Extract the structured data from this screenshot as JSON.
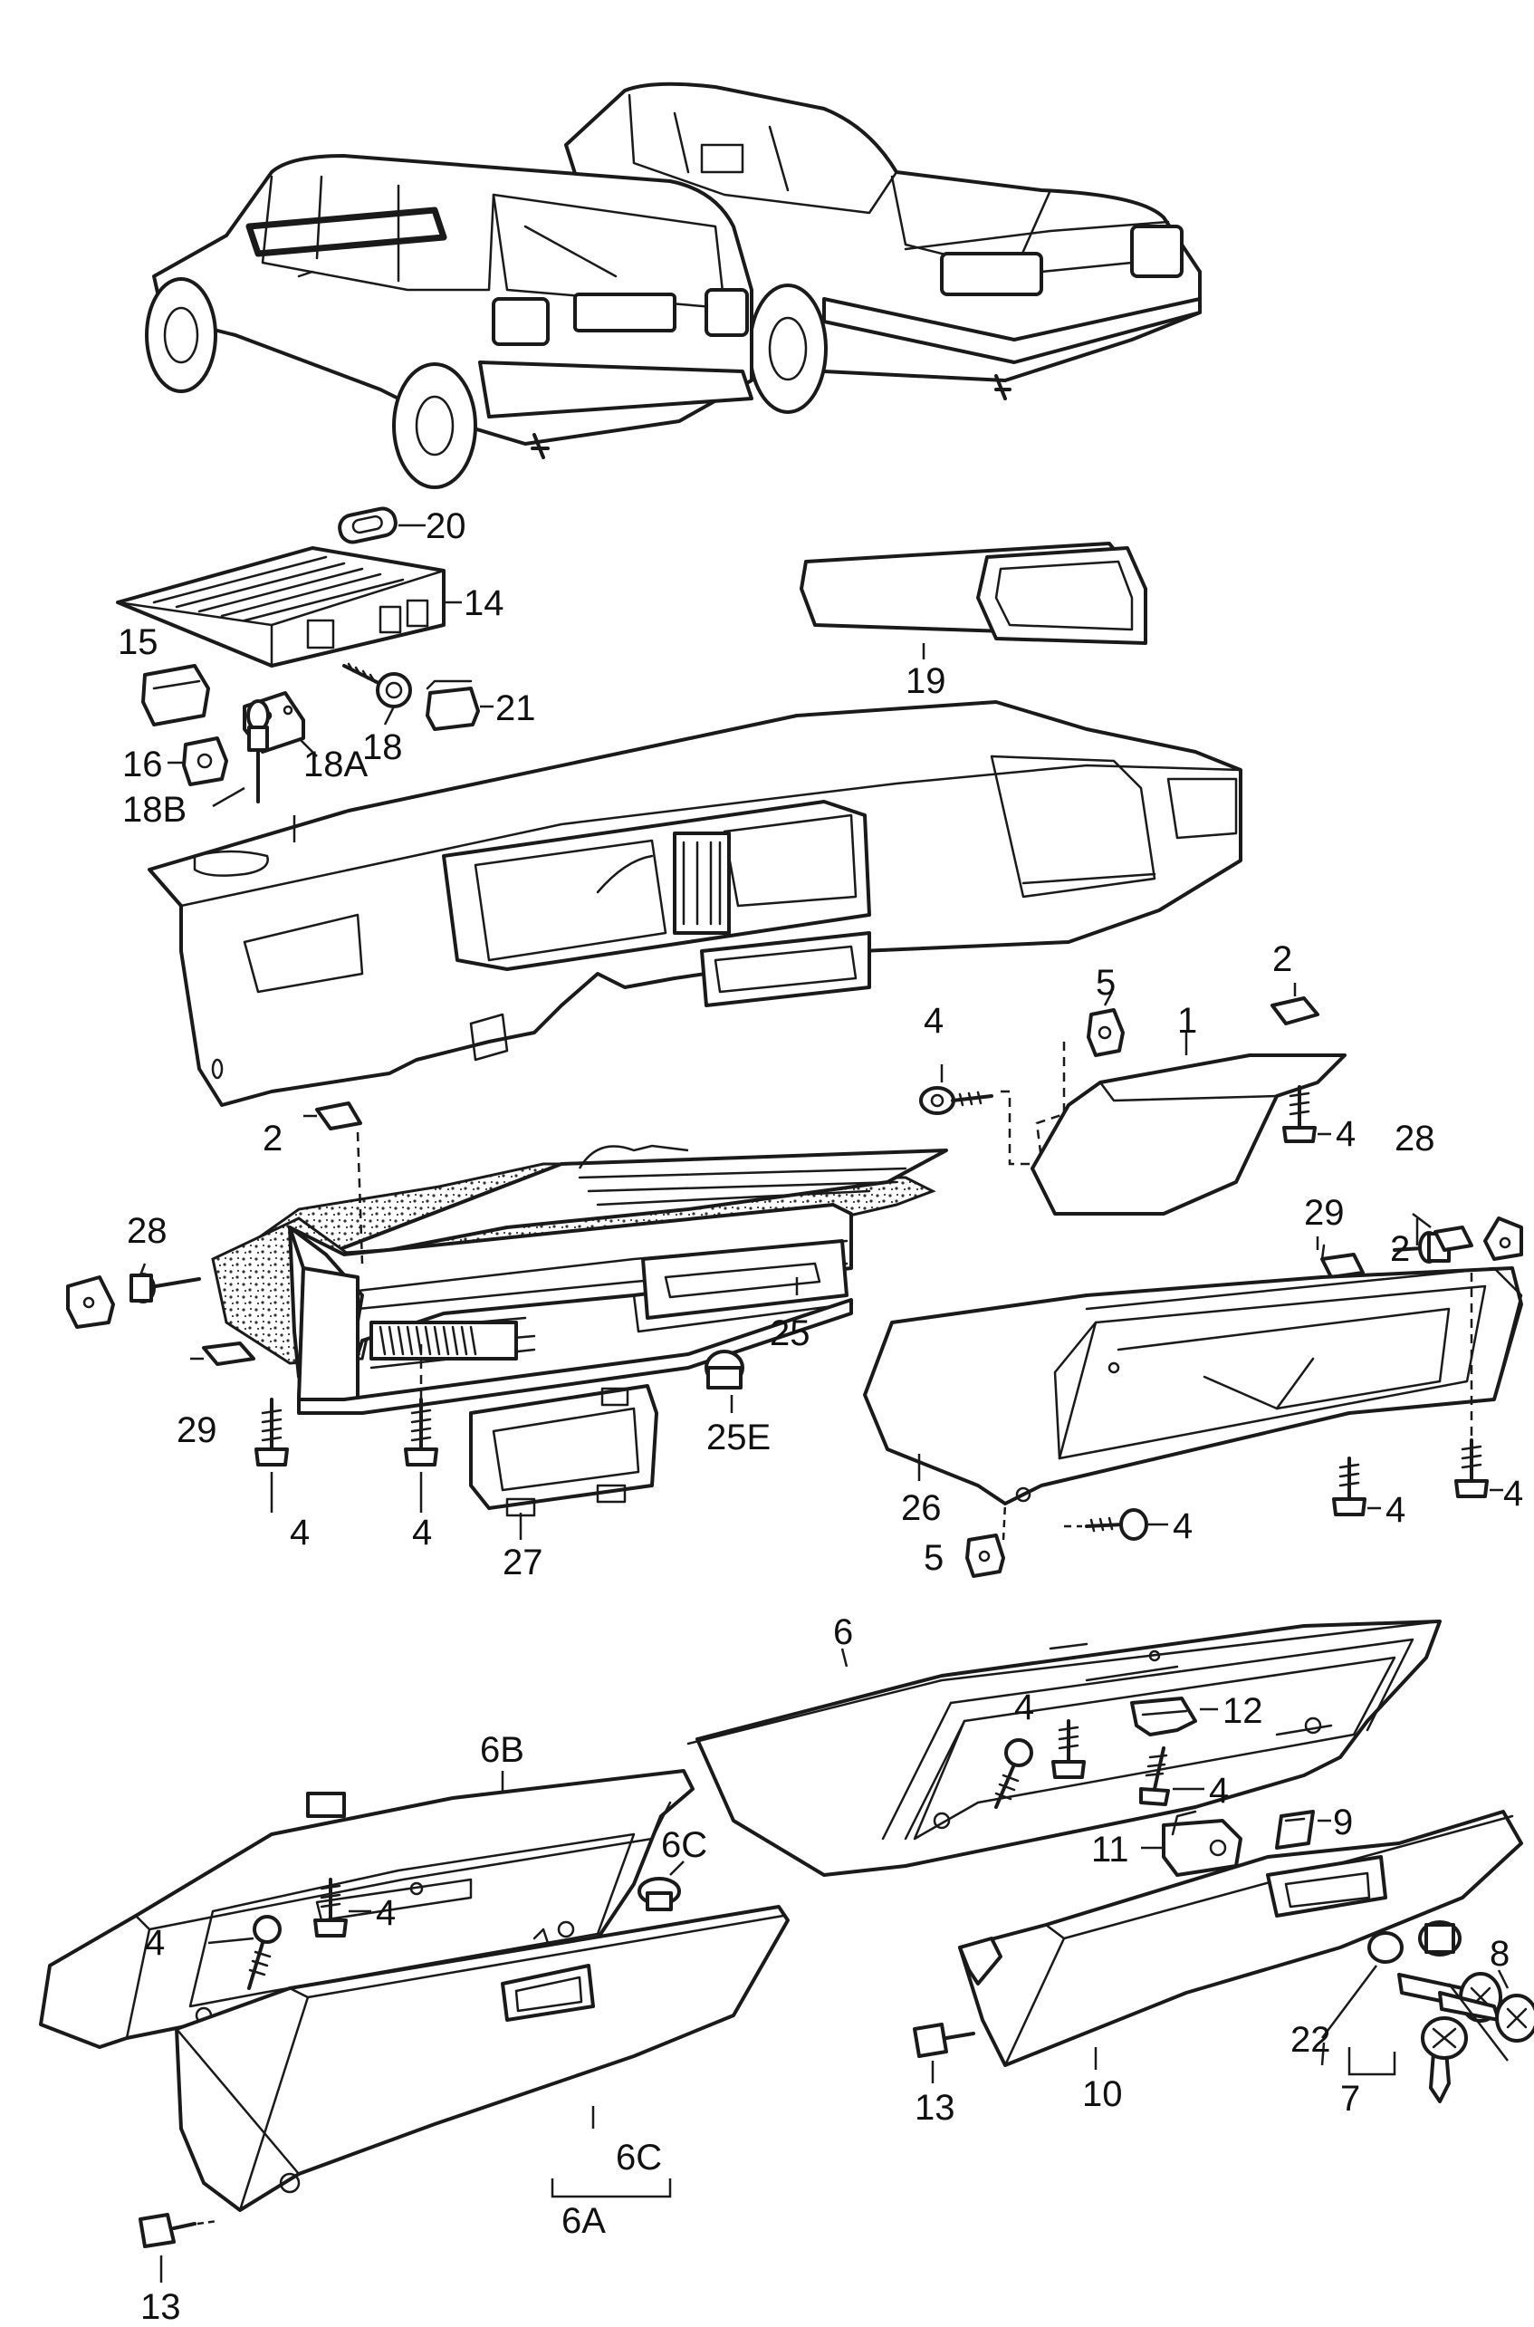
{
  "callouts": [
    {
      "id": "c20",
      "text": "20"
    },
    {
      "id": "c14",
      "text": "14"
    },
    {
      "id": "c15",
      "text": "15"
    },
    {
      "id": "c18",
      "text": "18"
    },
    {
      "id": "c21",
      "text": "21"
    },
    {
      "id": "c16",
      "text": "16"
    },
    {
      "id": "c18A",
      "text": "18A"
    },
    {
      "id": "c18B",
      "text": "18B"
    },
    {
      "id": "c19",
      "text": "19"
    },
    {
      "id": "c5a",
      "text": "5"
    },
    {
      "id": "c2a",
      "text": "2"
    },
    {
      "id": "c4a",
      "text": "4"
    },
    {
      "id": "c1",
      "text": "1"
    },
    {
      "id": "c4b",
      "text": "4"
    },
    {
      "id": "c28a",
      "text": "28"
    },
    {
      "id": "c2b",
      "text": "2"
    },
    {
      "id": "c28b",
      "text": "28"
    },
    {
      "id": "c29a",
      "text": "29"
    },
    {
      "id": "c2c",
      "text": "2"
    },
    {
      "id": "c25",
      "text": "25"
    },
    {
      "id": "c29b",
      "text": "29"
    },
    {
      "id": "c25E",
      "text": "25E"
    },
    {
      "id": "c4c",
      "text": "4"
    },
    {
      "id": "c4d",
      "text": "4"
    },
    {
      "id": "c27",
      "text": "27"
    },
    {
      "id": "c26",
      "text": "26"
    },
    {
      "id": "c4e",
      "text": "4"
    },
    {
      "id": "c4f",
      "text": "4"
    },
    {
      "id": "c5b",
      "text": "5"
    },
    {
      "id": "c4g",
      "text": "4"
    },
    {
      "id": "c6",
      "text": "6"
    },
    {
      "id": "c12",
      "text": "12"
    },
    {
      "id": "c4h",
      "text": "4"
    },
    {
      "id": "c4i",
      "text": "4"
    },
    {
      "id": "c6B",
      "text": "6B"
    },
    {
      "id": "c9",
      "text": "9"
    },
    {
      "id": "c11",
      "text": "11"
    },
    {
      "id": "c6C",
      "text": "6C"
    },
    {
      "id": "c4j",
      "text": "4"
    },
    {
      "id": "c4k",
      "text": "4"
    },
    {
      "id": "c8",
      "text": "8"
    },
    {
      "id": "c22",
      "text": "22"
    },
    {
      "id": "c7",
      "text": "7"
    },
    {
      "id": "c10",
      "text": "10"
    },
    {
      "id": "c13a",
      "text": "13"
    },
    {
      "id": "c6C2",
      "text": "6C"
    },
    {
      "id": "c6A",
      "text": "6A"
    },
    {
      "id": "c13b",
      "text": "13"
    }
  ]
}
